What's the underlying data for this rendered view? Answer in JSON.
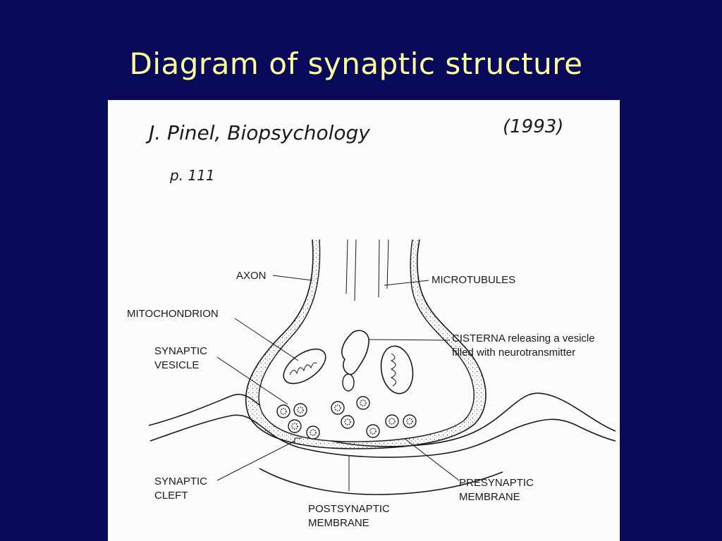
{
  "slide": {
    "title": "Diagram of synaptic structure"
  },
  "figure": {
    "handwritten_citation": "J. Pinel, Biopsychology",
    "handwritten_year": "(1993)",
    "handwritten_page": "p. 111",
    "labels": {
      "axon": "AXON",
      "microtubules": "MICROTUBULES",
      "mitochondrion": "MITOCHONDRION",
      "cisterna_line1": "CISTERNA releasing a vesicle",
      "cisterna_line2": "filled with neurotransmitter",
      "synaptic_vesicle_line1": "SYNAPTIC",
      "synaptic_vesicle_line2": "VESICLE",
      "synaptic_cleft_line1": "SYNAPTIC",
      "synaptic_cleft_line2": "CLEFT",
      "presynaptic_line1": "PRESYNAPTIC",
      "presynaptic_line2": "MEMBRANE",
      "postsynaptic_line1": "POSTSYNAPTIC",
      "postsynaptic_line2": "MEMBRANE"
    }
  },
  "colors": {
    "background": "#0a0a5c",
    "title": "#ffff99",
    "panel": "#fbfbfb",
    "ink": "#1a1a1a"
  }
}
